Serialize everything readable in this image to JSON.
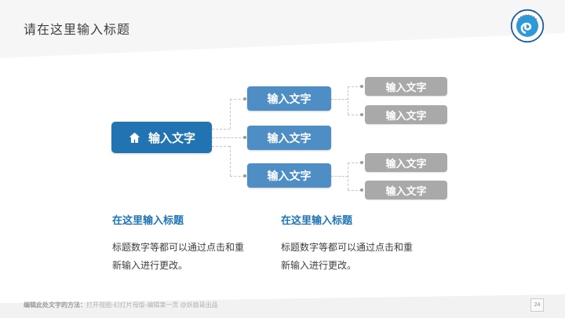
{
  "slide": {
    "title": "请在这里输入标题",
    "page_number": "24",
    "footer": {
      "label": "编辑此处文字的方法：",
      "text": "打开视图-幻灯片母版-编辑第一页 @妖娆哥出品"
    }
  },
  "logo": {
    "name": "school-emblem",
    "ring_color": "#1c5ca4",
    "disc_color": "#2b9ad6",
    "arc_text_color": "#c03a3a"
  },
  "diagram": {
    "root": {
      "label": "输入文字",
      "icon": "home-icon"
    },
    "level2": [
      {
        "label": "输入文字"
      },
      {
        "label": "输入文字"
      },
      {
        "label": "输入文字"
      }
    ],
    "level3": [
      {
        "label": "输入文字"
      },
      {
        "label": "输入文字"
      },
      {
        "label": "输入文字"
      },
      {
        "label": "输入文字"
      }
    ],
    "colors": {
      "root_fill": "#2173b2",
      "level2_fill": "#4e8ec5",
      "level3_fill": "#a9a9a9",
      "connector": "#c5c5c5"
    }
  },
  "sections": [
    {
      "heading": "在这里输入标题",
      "body": "标题数字等都可以通过点击和重\n新输入进行更改。"
    },
    {
      "heading": "在这里输入标题",
      "body": "标题数字等都可以通过点击和重\n新输入进行更改。"
    }
  ],
  "colors": {
    "heading_blue": "#1f74b6",
    "title_gray": "#3f3f3f",
    "band_gray": "#f3f3f3"
  }
}
